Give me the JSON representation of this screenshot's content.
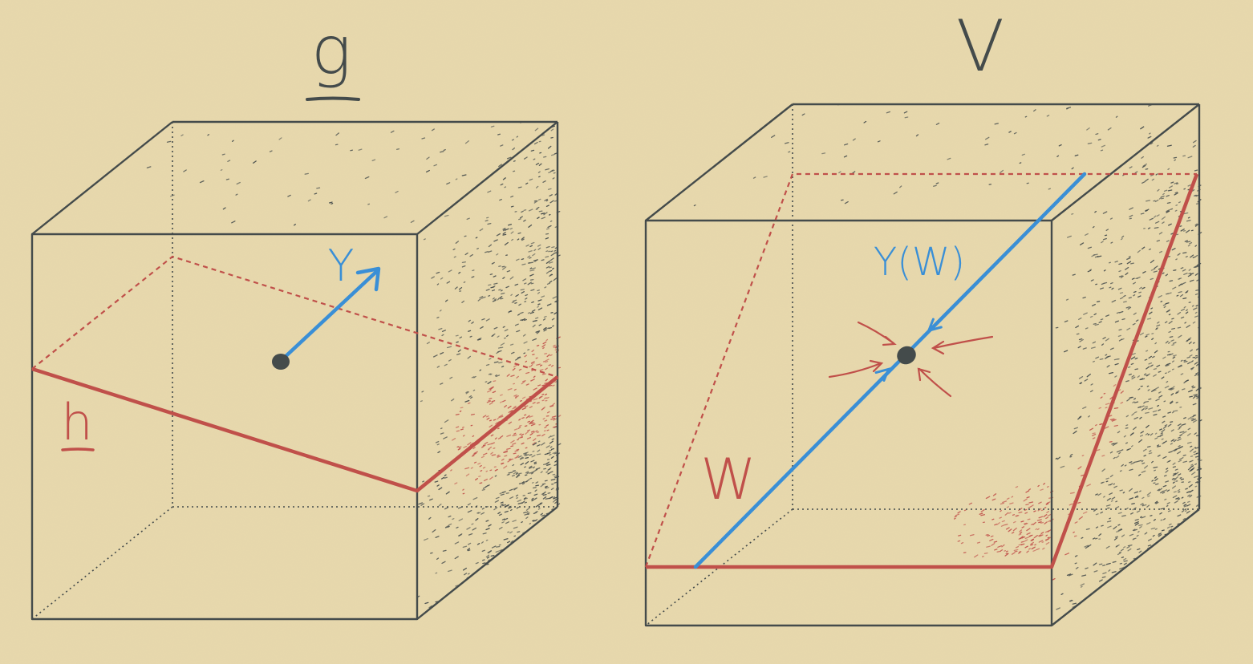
{
  "left_panel": {
    "title": "g",
    "plane_label": "h",
    "vector_label": "Y"
  },
  "right_panel": {
    "title": "V",
    "plane_label": "W",
    "line_label": "Y(W)"
  },
  "colors": {
    "background": "#e8d9ad",
    "ink": "#444b4b",
    "red": "#c0504a",
    "blue": "#3a8fd6"
  }
}
